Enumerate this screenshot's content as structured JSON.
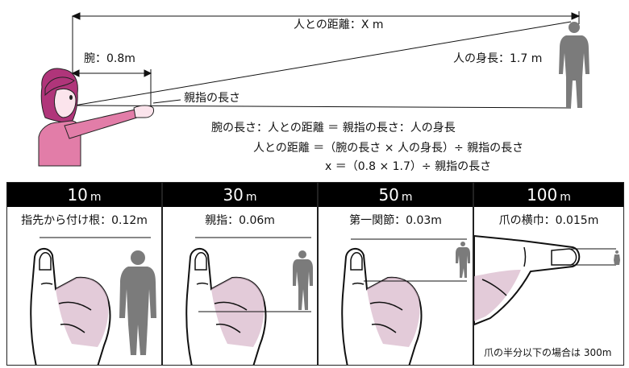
{
  "diagram": {
    "top_distance_label": "人との距離：X m",
    "arm_label": "腕：0.8m",
    "height_label": "人の身長：1.7 m",
    "thumb_label": "親指の長さ",
    "formula_line1": "腕の長さ：人との距離 ＝ 親指の長さ：人の身長",
    "formula_line2": "人との距離 ＝（腕の長さ × 人の身長）÷ 親指の長さ",
    "formula_line3": "x ＝（0.8 × 1.7）÷ 親指の長さ"
  },
  "panels": [
    {
      "distance": "10",
      "unit": "m",
      "label": "指先から付け根：0.12m"
    },
    {
      "distance": "30",
      "unit": "m",
      "label": "親指：0.06m"
    },
    {
      "distance": "50",
      "unit": "m",
      "label": "第一関節：0.03m"
    },
    {
      "distance": "100",
      "unit": "m",
      "label": "爪の横巾：0.015m",
      "note": "爪の半分以下の場合は 300m"
    }
  ],
  "colors": {
    "skin_pink": "#e27da8",
    "hair": "#b0357a",
    "silhouette": "#7b7b7b",
    "hand_shadow": "#d9b9cc"
  }
}
